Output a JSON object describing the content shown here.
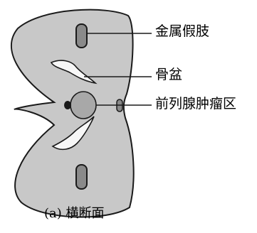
{
  "figure": {
    "labels": {
      "prosthesis": "金属假肢",
      "pelvis": "骨盆",
      "tumor": "前列腺肿瘤区"
    },
    "caption": "(a) 横断面"
  },
  "colors": {
    "body": "#c8c8c8",
    "tumor": "#a8a8a8",
    "bone": "#f7f7f7",
    "metal": "#8a8a8a",
    "outline": "#1a1a1a"
  }
}
